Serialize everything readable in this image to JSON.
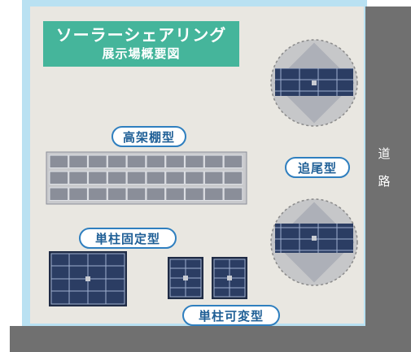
{
  "title": {
    "line1": "ソーラーシェアリング",
    "line2": "展示場概要図"
  },
  "labels": {
    "pergola": "高架棚型",
    "tracking": "追尾型",
    "fixed_single": "単柱固定型",
    "variable_single": "単柱可変型"
  },
  "road": {
    "char1": "道",
    "char2": "路"
  },
  "colors": {
    "ground": "#e9e7e1",
    "fence": "#b9e1f2",
    "road": "#707070",
    "title_bg": "#45b59b",
    "label_border": "#2f7fbf",
    "label_text": "#1f5f96",
    "panel": "#2b3d63",
    "pergola_panel": "#8a8e99"
  }
}
